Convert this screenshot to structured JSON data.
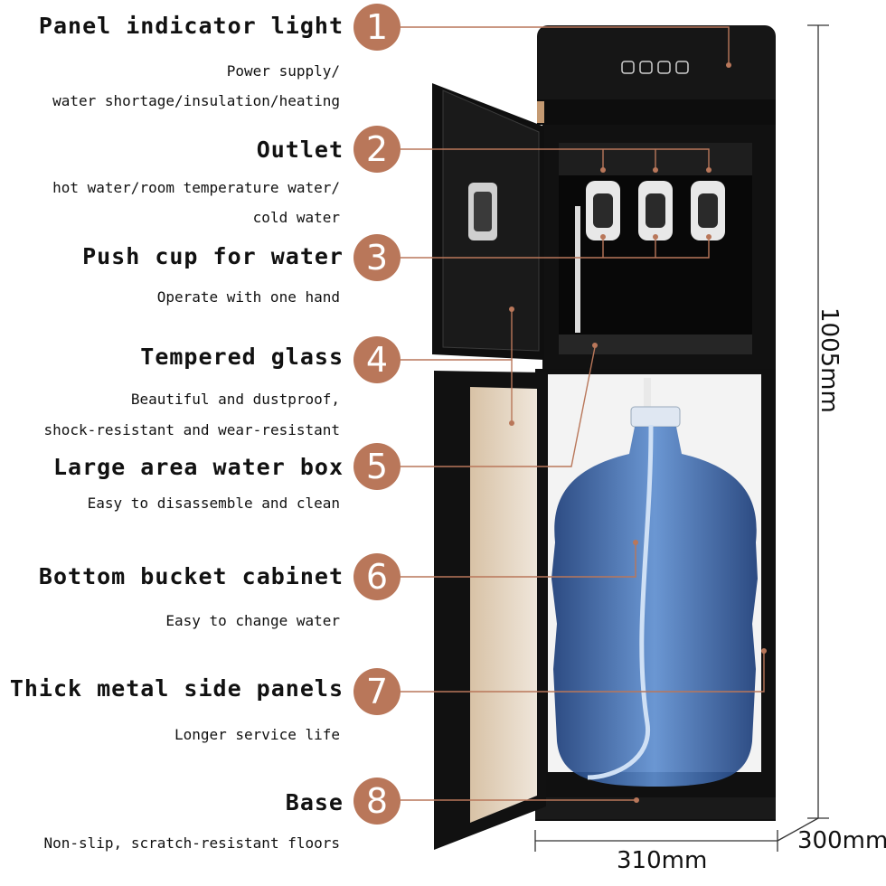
{
  "features": [
    {
      "num": "1",
      "title": "Panel indicator light",
      "desc": [
        "Power supply/",
        "water shortage/insulation/heating"
      ]
    },
    {
      "num": "2",
      "title": "Outlet",
      "desc": [
        "hot water/room temperature water/",
        "cold water"
      ]
    },
    {
      "num": "3",
      "title": "Push cup for water",
      "desc": [
        "Operate with one hand"
      ]
    },
    {
      "num": "4",
      "title": "Tempered glass",
      "desc": [
        "Beautiful and dustproof,",
        "shock-resistant and wear-resistant"
      ]
    },
    {
      "num": "5",
      "title": "Large area water box",
      "desc": [
        "Easy to disassemble and clean"
      ]
    },
    {
      "num": "6",
      "title": "Bottom bucket cabinet",
      "desc": [
        "Easy to change water"
      ]
    },
    {
      "num": "7",
      "title": "Thick metal side panels",
      "desc": [
        "Longer service life"
      ]
    },
    {
      "num": "8",
      "title": "Base",
      "desc": [
        "Non-slip, scratch-resistant floors"
      ]
    }
  ],
  "dimensions": {
    "height": "1005mm",
    "width": "310mm",
    "depth": "300mm"
  },
  "colors": {
    "badge": "#b9775a",
    "body": "#111111",
    "callout_line": "#b9775a"
  }
}
